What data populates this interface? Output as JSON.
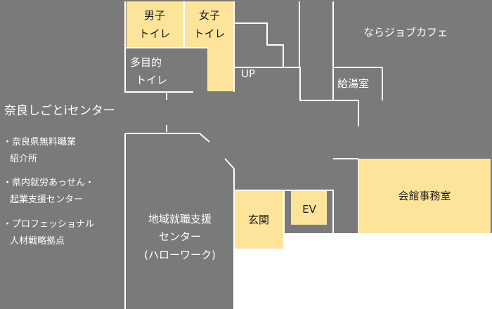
{
  "colors": {
    "area": "#7a7a7b",
    "highlight": "#fde49a",
    "line": "#ffffff",
    "text_dark": "#1a1a1a",
    "text_light": "#ffffff"
  },
  "rooms": {
    "mens_toilet": [
      "男子",
      "トイレ"
    ],
    "womens_toilet": [
      "女子",
      "トイレ"
    ],
    "multipurpose_toilet": [
      "多目的",
      "トイレ"
    ],
    "stairs_label": "UP",
    "nara_job_cafe": "ならジョブカフェ",
    "kitchenette": "給湯室",
    "elevator": "EV",
    "entrance": "玄関",
    "hall_office": "会館事務室",
    "regional_support_center": [
      "地域就職支援",
      "センター",
      "(ハローワーク)"
    ]
  },
  "shigoto_center": {
    "title": "奈良しごとiセンター",
    "items": [
      [
        "・奈良県無料職業",
        "紹介所"
      ],
      [
        "・県内就労あっせん・",
        "起業支援センター"
      ],
      [
        "・プロフェッショナル",
        "人材戦略拠点"
      ]
    ]
  }
}
